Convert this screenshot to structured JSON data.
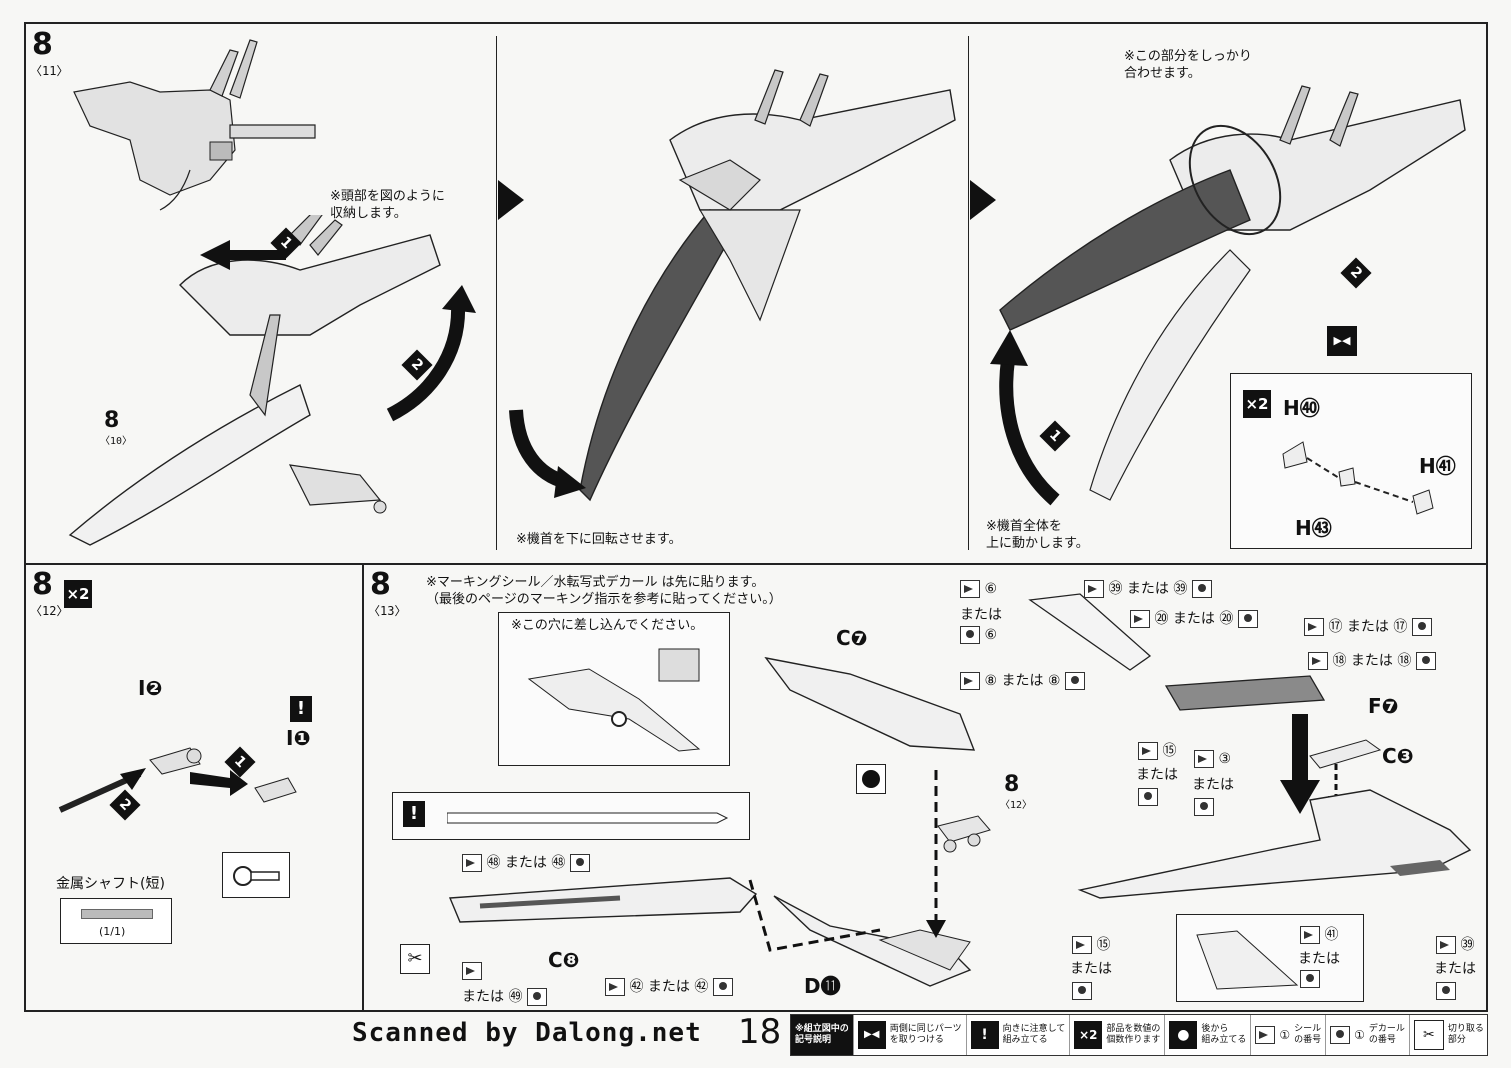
{
  "panels": {
    "p1": {
      "step": "8",
      "sub": "〈11〉",
      "note": "※頭部を図のように\n収納します。",
      "callout": "8",
      "callout_sub": "〈10〉",
      "arrow1": "1",
      "arrow2": "2"
    },
    "p2": {
      "note": "※機首を下に回転させます。"
    },
    "p3": {
      "note_top": "※この部分をしっかり\n合わせます。",
      "note_bottom": "※機首全体を\n上に動かします。",
      "arrow1": "1",
      "arrow2": "2",
      "inset": {
        "qty": "×2",
        "parts": [
          "H㊵",
          "H㊶",
          "H㊸"
        ]
      }
    },
    "p4": {
      "step": "8",
      "sub": "〈12〉",
      "qty": "×2",
      "part_i2": "I❷",
      "part_i1": "I❶",
      "shaft": "金属シャフト(短)",
      "shaft_count": "(1/1)",
      "arrow1": "1",
      "arrow2": "2"
    },
    "p5": {
      "step": "8",
      "sub": "〈13〉",
      "note": "※マーキングシール／水転写式デカール は先に貼ります。\n（最後のページのマーキング指示を参考に貼ってください。）",
      "inset_note": "※この穴に差し込んでください。",
      "parts": {
        "c7": "C❼",
        "c8": "C❽",
        "d11": "D⓫",
        "f7": "F❼",
        "c3": "C❸"
      },
      "callout": "8",
      "callout_sub": "〈12〉",
      "stickers": {
        "s58": "㊽ または ㊽",
        "s52": "または ㊾",
        "s42": "㊷ または ㊷",
        "s6a": "⑥",
        "s6b": "または",
        "s6c": "⑥",
        "s8": "⑧ または ⑧",
        "s79": "㊴ または ㊴",
        "s80": "⑳ または ⑳",
        "s77": "⑰ または ⑰",
        "s78": "⑱ または ⑱",
        "s15a": "⑮",
        "s15b": "または",
        "s3a": "③",
        "s3b": "または",
        "s75a": "⑮",
        "s75b": "または",
        "s41a": "㊶",
        "s41b": "または",
        "s39a": "㊴",
        "s39b": "または"
      }
    }
  },
  "footer": {
    "credit": "Scanned by Dalong.net",
    "page": "18",
    "legend_title": "※組立図中の\n記号説明",
    "legend": [
      {
        "icon": "▶◀",
        "text": "両側に同じパーツ\nを取りつける"
      },
      {
        "icon": "!",
        "text": "向きに注意して\n組み立てる"
      },
      {
        "icon": "×2",
        "text": "部品を数値の\n個数作ります"
      },
      {
        "icon": "●",
        "text": "後から\n組み立てる"
      },
      {
        "icon": "①",
        "text": "シール\nの番号"
      },
      {
        "icon": "①",
        "text": "デカール\nの番号"
      },
      {
        "icon": "✂",
        "text": "切り取る\n部分"
      }
    ]
  }
}
